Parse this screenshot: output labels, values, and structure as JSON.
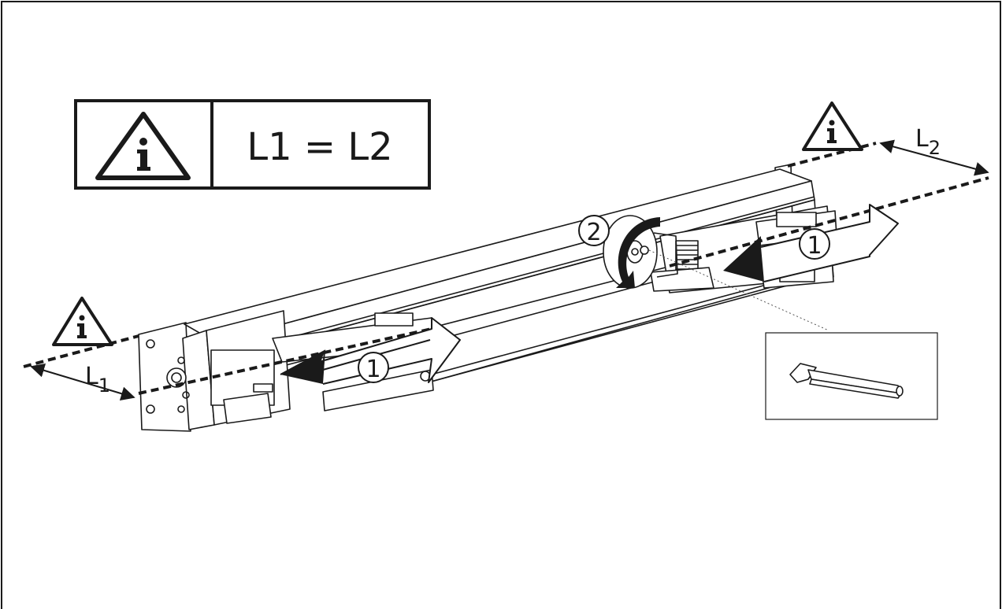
{
  "notice": {
    "equation": "L1 = L2",
    "icon": "info-warning-icon"
  },
  "dimensions": {
    "left": {
      "label_base": "L",
      "label_sub": "1"
    },
    "right": {
      "label_base": "L",
      "label_sub": "2"
    }
  },
  "steps": {
    "slide_left": "1",
    "slide_right": "1",
    "rotate": "2"
  },
  "tool": {
    "icon": "allen-key-icon"
  },
  "colors": {
    "ink": "#1a1a1a",
    "dim_shadow": "#555555"
  }
}
